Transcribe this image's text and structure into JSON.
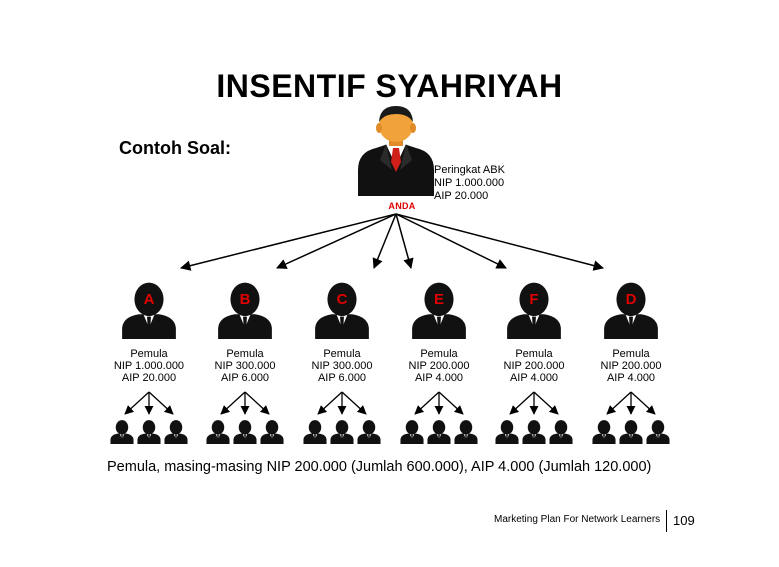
{
  "title": "INSENTIF SYAHRIYAH",
  "subtitle": "Contoh Soal:",
  "top": {
    "label": "ANDA",
    "lines": [
      "Peringkat ABK",
      "NIP 1.000.000",
      "AIP 20.000"
    ]
  },
  "children": [
    {
      "letter": "A",
      "rank": "Pemula",
      "nip": "NIP 1.000.000",
      "aip": "AIP 20.000"
    },
    {
      "letter": "B",
      "rank": "Pemula",
      "nip": "NIP 300.000",
      "aip": "AIP 6.000"
    },
    {
      "letter": "C",
      "rank": "Pemula",
      "nip": "NIP 300.000",
      "aip": "AIP 6.000"
    },
    {
      "letter": "E",
      "rank": "Pemula",
      "nip": "NIP 200.000",
      "aip": "AIP 4.000"
    },
    {
      "letter": "F",
      "rank": "Pemula",
      "nip": "NIP 200.000",
      "aip": "AIP 4.000"
    },
    {
      "letter": "D",
      "rank": "Pemula",
      "nip": "NIP 200.000",
      "aip": "AIP 4.000"
    }
  ],
  "summary": "Pemula, masing-masing NIP 200.000 (Jumlah 600.000), AIP  4.000 (Jumlah 120.000)",
  "footer": {
    "text": "Marketing Plan For Network Learners",
    "page": "109"
  },
  "colors": {
    "letter": "#e00000",
    "tie": "#d0201a",
    "skin": "#f2a23a",
    "suit": "#111111"
  }
}
